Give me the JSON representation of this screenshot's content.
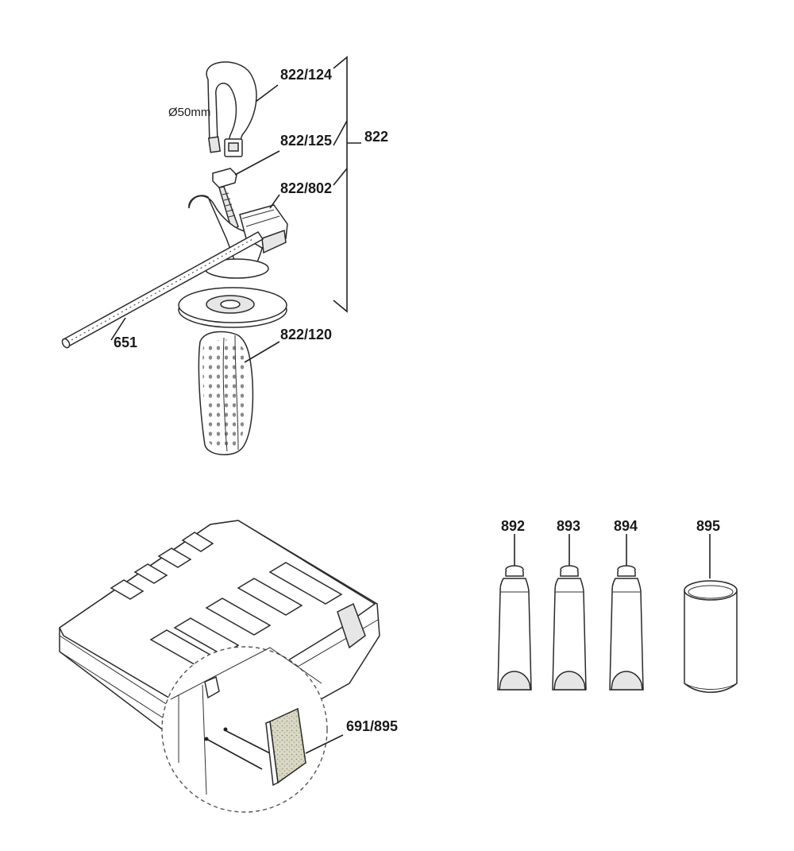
{
  "labels": {
    "p822_124": "822/124",
    "p822_125": "822/125",
    "p822": "822",
    "p822_802": "822/802",
    "p822_120": "822/120",
    "p651": "651",
    "dia": "Ø50mm",
    "p691_895": "691/895",
    "p892": "892",
    "p893": "893",
    "p894": "894",
    "p895": "895"
  }
}
